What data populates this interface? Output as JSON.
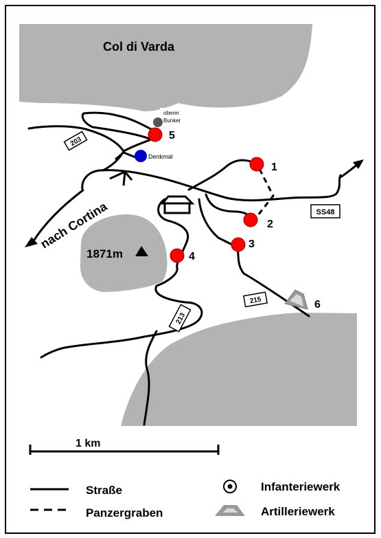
{
  "title": "Col di Varda",
  "labels": {
    "nach_cortina": "nach Cortina",
    "peak": "1871m",
    "oberer_bunker_line1": "oberer",
    "oberer_bunker_line2": "Bunker",
    "denkmal": "Denkmal"
  },
  "road_numbers": {
    "r203": "203",
    "ss48": "SS48",
    "r215": "215",
    "r213": "213"
  },
  "sites": [
    {
      "number": "1",
      "type": "infantry"
    },
    {
      "number": "2",
      "type": "infantry"
    },
    {
      "number": "3",
      "type": "infantry"
    },
    {
      "number": "4",
      "type": "infantry"
    },
    {
      "number": "5",
      "type": "infantry"
    },
    {
      "number": "6",
      "type": "artillery"
    }
  ],
  "scale_bar": {
    "label": "1 km"
  },
  "legend": {
    "road": "Straße",
    "ditch": "Panzergraben",
    "infantry": "Infanteriewerk",
    "artillery": "Artilleriewerk"
  },
  "colors": {
    "terrain": "#b3b3b3",
    "infantry_marker": "#ff0000",
    "denkmal_marker": "#0000cc",
    "upper_bunker_marker": "#555555",
    "artillery_marker": "#999999",
    "ink": "#000000"
  }
}
